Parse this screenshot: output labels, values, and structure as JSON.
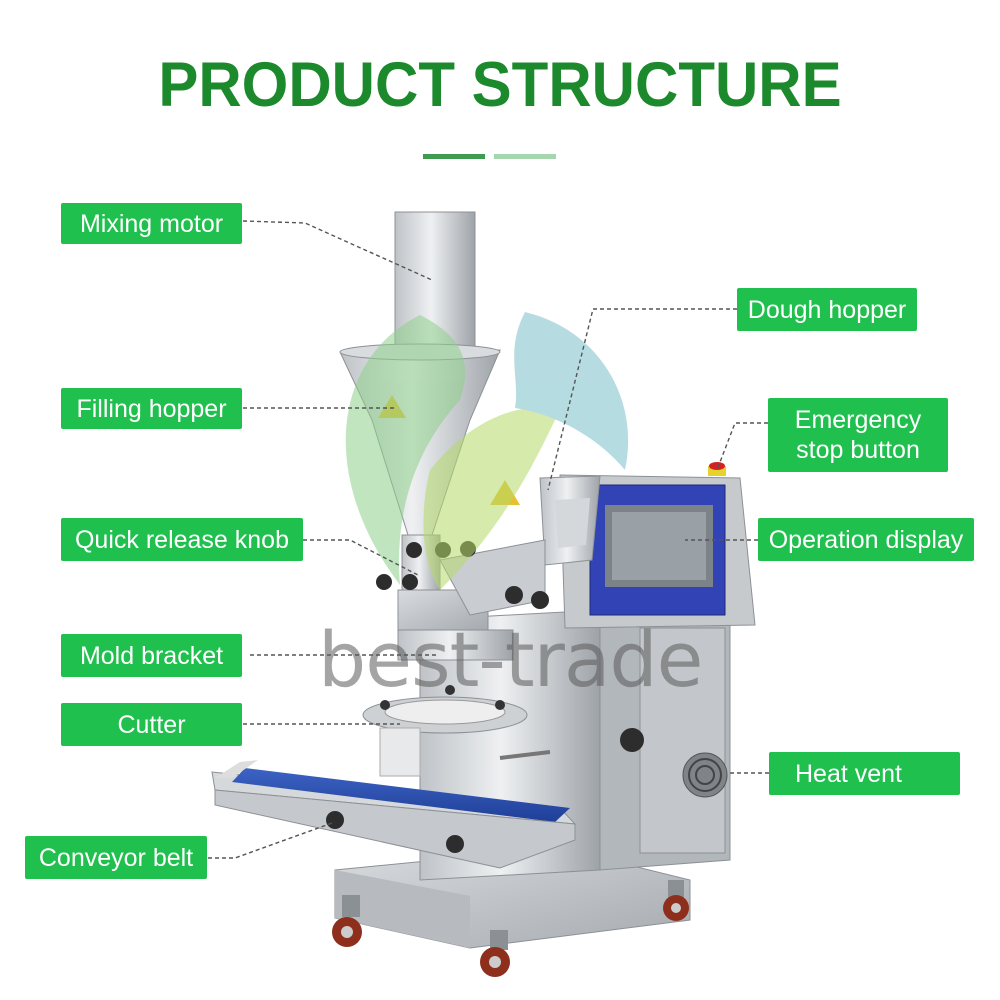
{
  "title": "PRODUCT STRUCTURE",
  "watermark": "best-trade",
  "accent_color": "#20c04f",
  "title_color": "#1c8a2c",
  "labels": {
    "mixing_motor": "Mixing motor",
    "filling_hopper": "Filling hopper",
    "quick_release_knob": "Quick release knob",
    "mold_bracket": "Mold bracket",
    "cutter": "Cutter",
    "conveyor_belt": "Conveyor belt",
    "dough_hopper": "Dough hopper",
    "emergency_stop_line1": "Emergency",
    "emergency_stop_line2": "stop button",
    "operation_display": "Operation display",
    "heat_vent": "Heat vent"
  }
}
